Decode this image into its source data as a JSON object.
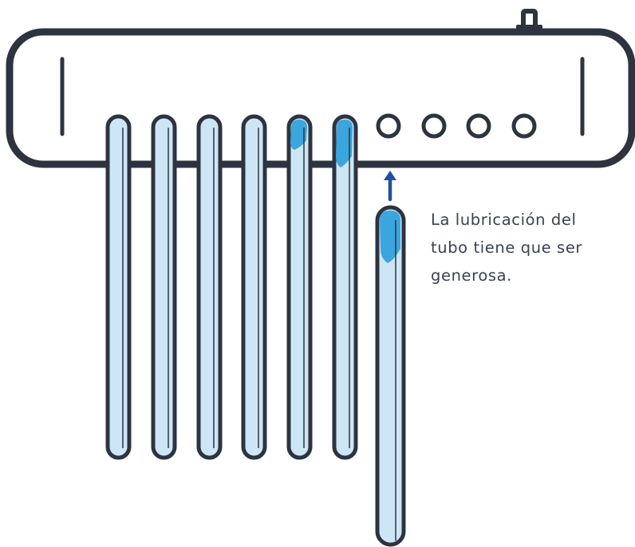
{
  "caption": {
    "lines": [
      "La lubricación del",
      "tubo tiene que ser",
      "generosa."
    ]
  },
  "colors": {
    "outline": "#2d3440",
    "tube_fill": "#cde6f6",
    "lubricant": "#3aa6dd",
    "arrow": "#1f4fa0",
    "text": "#3a4150",
    "background": "#ffffff"
  },
  "icons": {
    "arrow": "up-arrow-icon",
    "plug": "power-plug-icon"
  },
  "device": {
    "total_slots": 10,
    "tubes_in_slots": 6,
    "lubricated_tubes_in_slots": 2,
    "empty_slots": 4,
    "tube_being_inserted": 1
  }
}
